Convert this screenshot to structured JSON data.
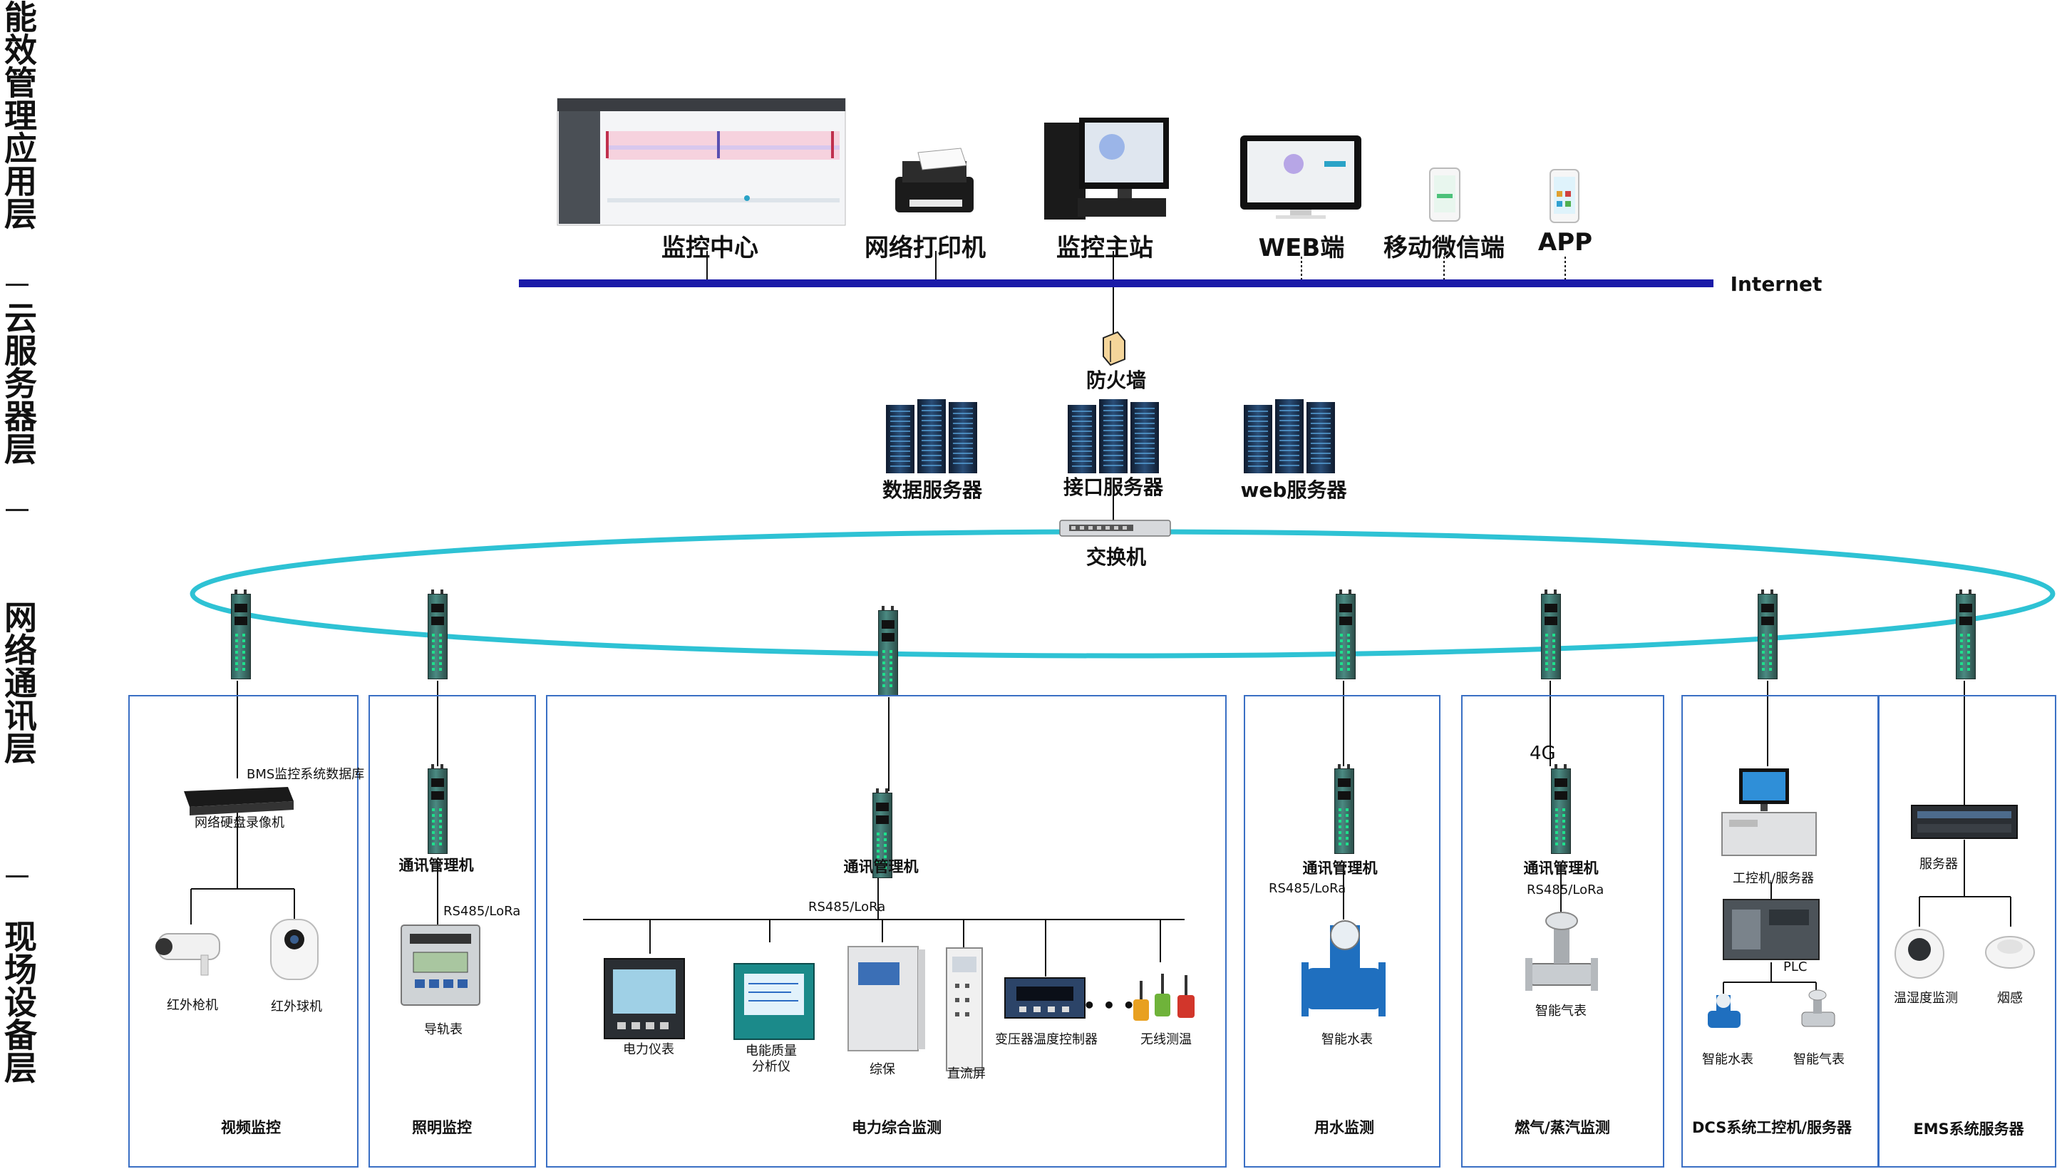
{
  "layers": {
    "application": "能效管理应用层",
    "cloud": "云服务器层",
    "network": "网络通讯层",
    "field": "现场设备层"
  },
  "top_row": {
    "monitor_center": "监控中心",
    "network_printer": "网络打印机",
    "monitor_station": "监控主站",
    "web": "WEB端",
    "mobile_wechat": "移动微信端",
    "app": "APP",
    "internet": "Internet"
  },
  "cloud": {
    "firewall": "防火墙",
    "data_server": "数据服务器",
    "interface_server": "接口服务器",
    "web_server": "web服务器",
    "switch": "交换机"
  },
  "video": {
    "db_label": "BMS监控系统数据库",
    "nvr": "网络硬盘录像机",
    "ir_gun": "红外枪机",
    "ir_ball": "红外球机",
    "zone": "视频监控"
  },
  "lighting": {
    "manager": "通讯管理机",
    "bus": "RS485/LoRa",
    "meter": "导轨表",
    "zone": "照明监控"
  },
  "power": {
    "manager": "通讯管理机",
    "bus": "RS485/LoRa",
    "dev1": "电力仪表",
    "dev2a": "电能质量",
    "dev2b": "分析仪",
    "dev3": "综保",
    "dev4": "直流屏",
    "dev5": "变压器温度控制器",
    "ellipsis": "• • •",
    "dev6": "无线测温",
    "zone": "电力综合监测"
  },
  "water": {
    "manager": "通讯管理机",
    "bus": "RS485/LoRa",
    "meter": "智能水表",
    "zone": "用水监测"
  },
  "gas": {
    "tag": "4G",
    "manager": "通讯管理机",
    "bus": "RS485/LoRa",
    "meter": "智能气表",
    "zone": "燃气/蒸汽监测"
  },
  "dcs": {
    "pc": "工控机/服务器",
    "plc": "PLC",
    "water": "智能水表",
    "gas": "智能气表",
    "zone": "DCS系统工控机/服务器"
  },
  "ems": {
    "server": "服务器",
    "temp": "温湿度监测",
    "smoke": "烟感",
    "zone": "EMS系统服务器"
  },
  "colors": {
    "internet_bus": "#1a1aa8",
    "ring": "#2ec2d4",
    "zone_border": "#3a6fc4"
  }
}
